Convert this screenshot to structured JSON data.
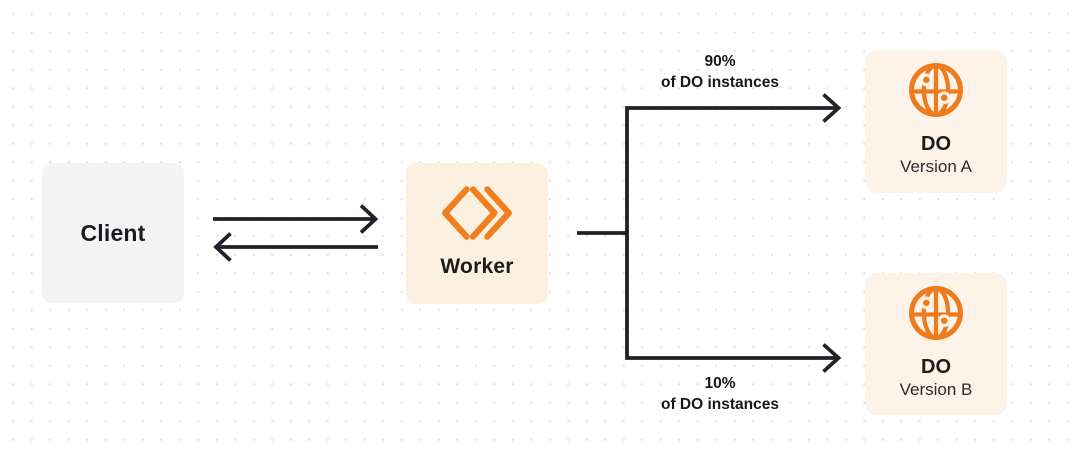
{
  "diagram": {
    "colors": {
      "accent_orange": "#f0801f",
      "client_box_bg": "#f4f4f5",
      "worker_box_bg": "#fcf1e1",
      "do_box_bg": "#fdf3e8",
      "connector_line": "#202227",
      "dot_grid": "#e6e6e8"
    },
    "nodes": {
      "client": {
        "label": "Client"
      },
      "worker": {
        "label": "Worker",
        "icon": "cloudflare-workers-logo-icon"
      },
      "do_version_a": {
        "title": "DO",
        "subtitle": "Version A",
        "icon": "globe-icon"
      },
      "do_version_b": {
        "title": "DO",
        "subtitle": "Version B",
        "icon": "globe-icon"
      }
    },
    "edges": {
      "worker_to_do_a": {
        "percent": "90%",
        "caption": "of DO instances"
      },
      "worker_to_do_b": {
        "percent": "10%",
        "caption": "of DO instances"
      }
    }
  }
}
